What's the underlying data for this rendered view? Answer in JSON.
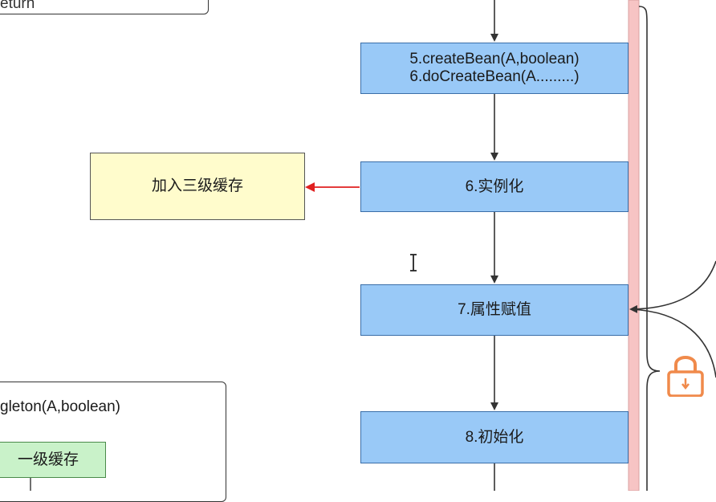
{
  "top_partial_box": {
    "label": "eturn"
  },
  "steps": {
    "create_bean": {
      "line1": "5.createBean(A,boolean)",
      "line2": "6.doCreateBean(A.........)"
    },
    "instantiate": {
      "label": "6.实例化"
    },
    "populate": {
      "label": "7.属性赋值"
    },
    "initialize": {
      "label": "8.初始化"
    }
  },
  "third_level_cache": {
    "label": "加入三级缓存"
  },
  "bottom_left_frame": {
    "title": "gleton(A,boolean)",
    "first_level_cache": "一级缓存"
  },
  "icons": {
    "lock": "lock-icon",
    "cursor": "text-cursor-icon"
  },
  "colors": {
    "step_fill": "#99c9f7",
    "cache_fill": "#fffccc",
    "first_cache_fill": "#c9f2c9",
    "red_arrow": "#e02020",
    "pink_bar": "#f7c4c4",
    "lock": "#f08a4b"
  }
}
